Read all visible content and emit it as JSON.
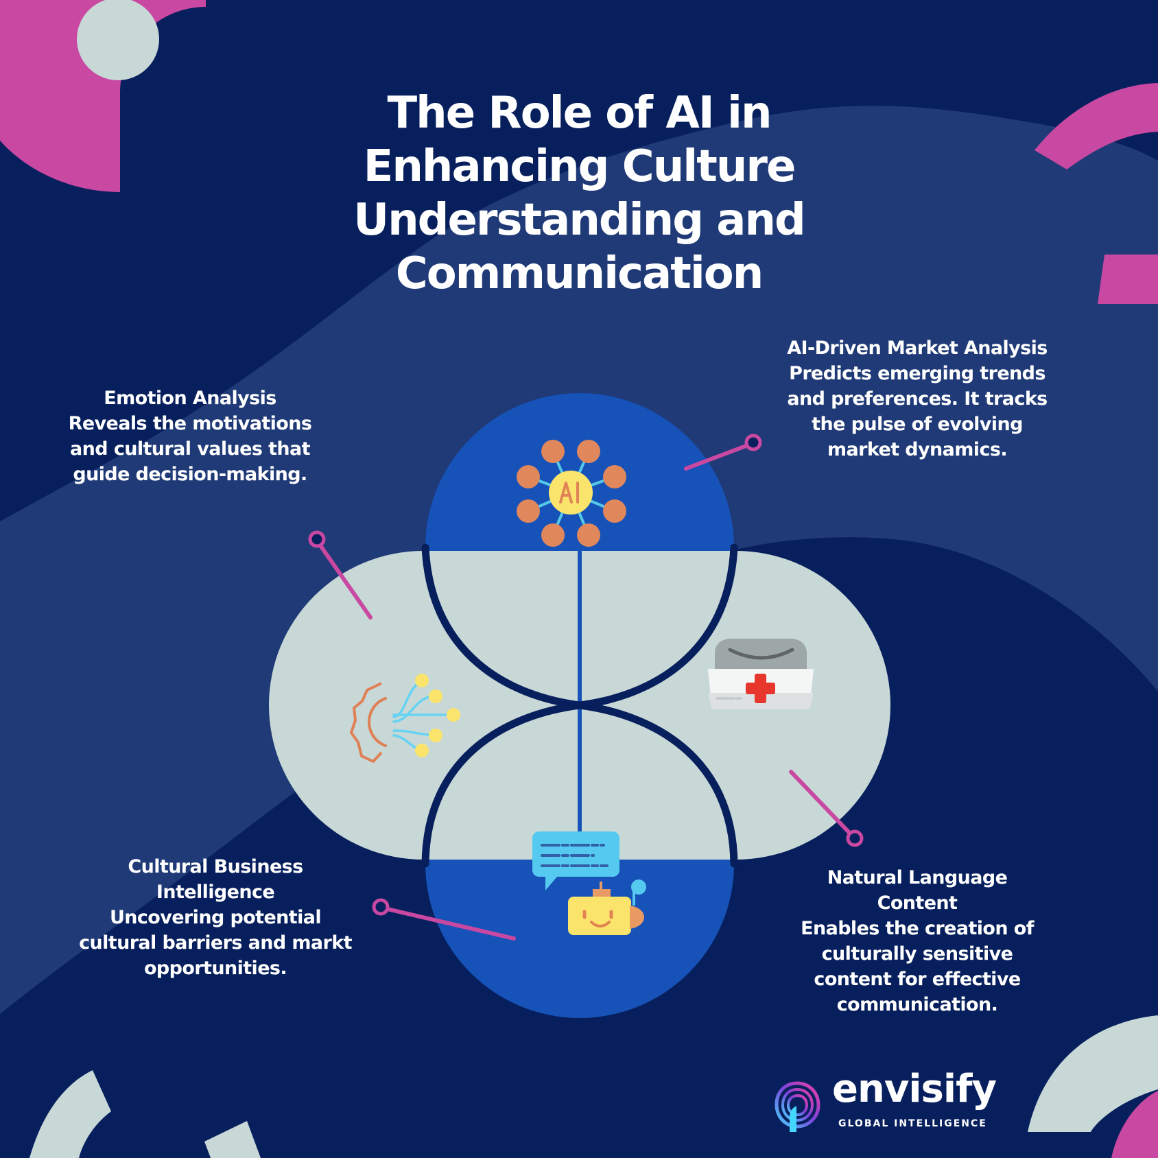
{
  "title": "The Role of AI in Enhancing Culture Understanding and Communication",
  "callouts": {
    "emotion_analysis": {
      "heading": "Emotion Analysis",
      "body": "Reveals the motivations and cultural values that guide decision-making."
    },
    "market_analysis": {
      "heading": "AI-Driven Market Analysis",
      "body": "Predicts emerging trends and preferences. It tracks the pulse of evolving market dynamics."
    },
    "cultural_business_intelligence": {
      "heading": "Cultural Business Intelligence",
      "body": "Uncovering potential cultural barriers and markt opportunities."
    },
    "natural_language_content": {
      "heading": "Natural Language Content",
      "body": "Enables the creation of culturally sensitive content for effective communication."
    }
  },
  "icons": {
    "top": "ai-network-icon",
    "left": "gear-circuit-icon",
    "right": "first-aid-kit-icon",
    "bottom": "chatbot-icon"
  },
  "logo": {
    "name": "envisify",
    "tagline": "GLOBAL INTELLIGENCE"
  },
  "colors": {
    "background": "#071f5c",
    "wave": "#1f3a76",
    "petal_blue": "#1652b8",
    "petal_gray": "#c8d8d7",
    "accent_pink": "#c848a2",
    "text": "#ffffff",
    "logo_gradient": [
      "#45d6ff",
      "#7b43d9",
      "#f040a6"
    ]
  }
}
